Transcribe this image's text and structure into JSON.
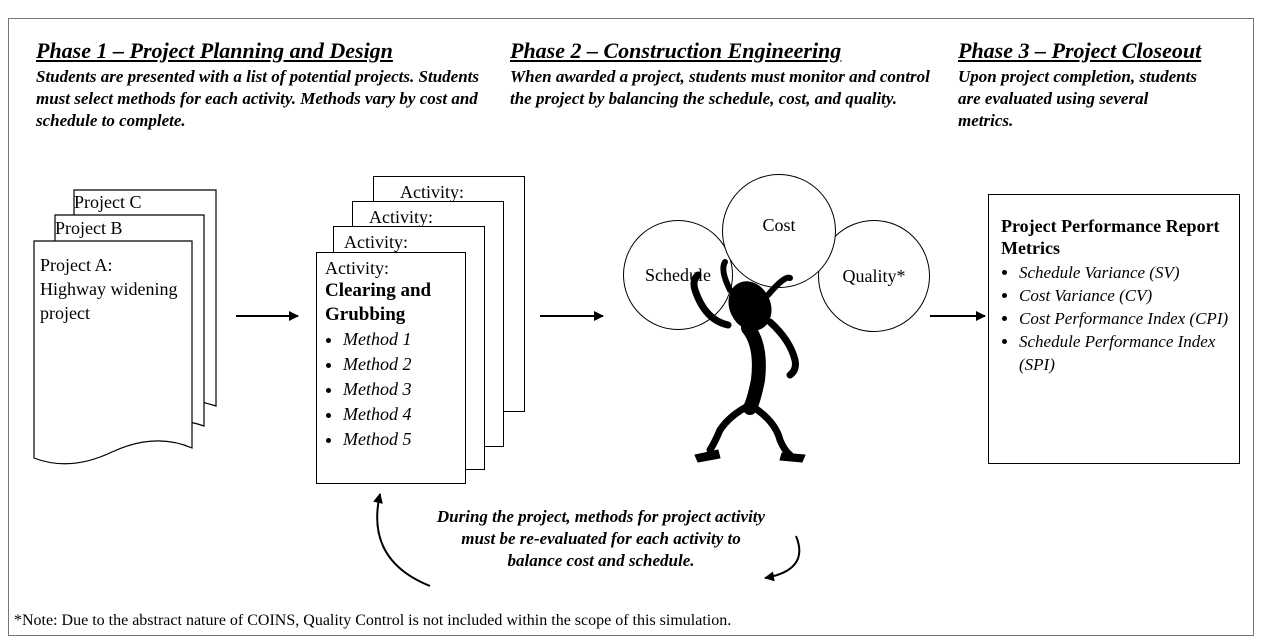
{
  "phases": [
    {
      "title": "Phase 1 – Project Planning and Design",
      "description": "Students are presented with a list of potential projects.  Students must select methods for each activity. Methods vary by cost and schedule to complete."
    },
    {
      "title": "Phase 2 – Construction Engineering",
      "description": "When awarded a project, students must monitor and control the project by balancing the schedule, cost, and quality."
    },
    {
      "title": "Phase 3 – Project Closeout",
      "description": "Upon project completion, students are evaluated using several metrics."
    }
  ],
  "projects": {
    "c_label": "Project C",
    "b_label": "Project B",
    "a_label": "Project A:",
    "a_text": "Highway widening project"
  },
  "activities": {
    "back_labels": [
      "Activity:",
      "Activity:",
      "Activity:"
    ],
    "front_label": "Activity:",
    "front_name": "Clearing and Grubbing",
    "methods": [
      "Method 1",
      "Method 2",
      "Method 3",
      "Method 4",
      "Method 5"
    ]
  },
  "balance": {
    "cost": "Cost",
    "schedule": "Schedule",
    "quality": "Quality*"
  },
  "report": {
    "title": "Project Performance Report Metrics",
    "metrics": [
      "Schedule Variance (SV)",
      "Cost Variance (CV)",
      "Cost Performance Index (CPI)",
      "Schedule Performance Index (SPI)"
    ]
  },
  "loop_text": "During the project, methods for project activity must be re-evaluated for each activity to balance cost and schedule.",
  "note": "*Note: Due to the abstract nature of COINS, Quality Control is not included within the scope of this simulation."
}
